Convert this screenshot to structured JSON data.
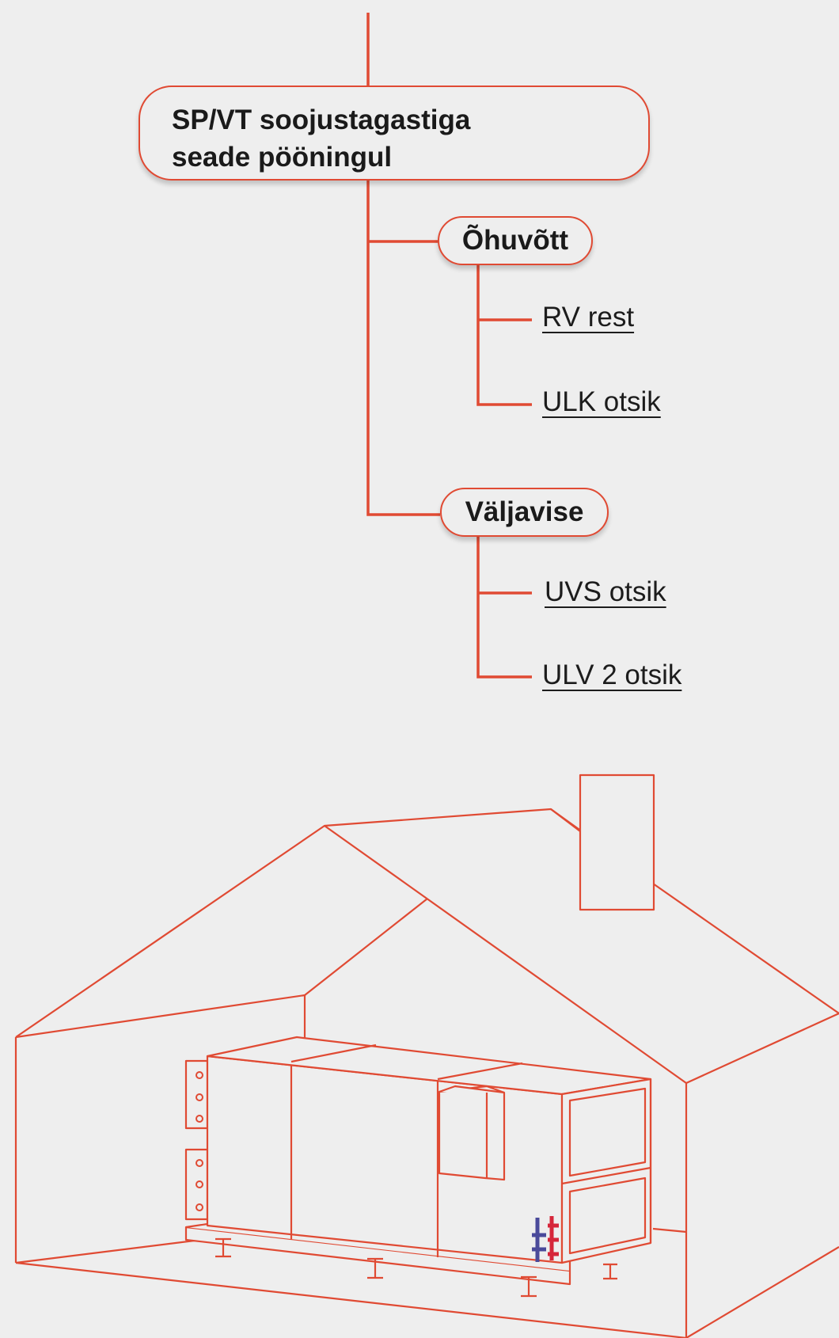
{
  "diagram": {
    "root": {
      "line1": "SP/VT soojustagastiga",
      "line2": "seade pööningul"
    },
    "branches": [
      {
        "label": "Õhuvõtt",
        "links": [
          "RV rest",
          "ULK otsik"
        ]
      },
      {
        "label": "Väljavise",
        "links": [
          "UVS otsik",
          "ULV 2 otsik"
        ]
      }
    ]
  },
  "colors": {
    "line": "#e04a33",
    "background": "#eeeeee",
    "text": "#1a1a1a",
    "pipe_cold": "#4a4a9a",
    "pipe_hot": "#d6263a"
  },
  "illustration": {
    "subject": "house-attic-ventilation-unit"
  }
}
